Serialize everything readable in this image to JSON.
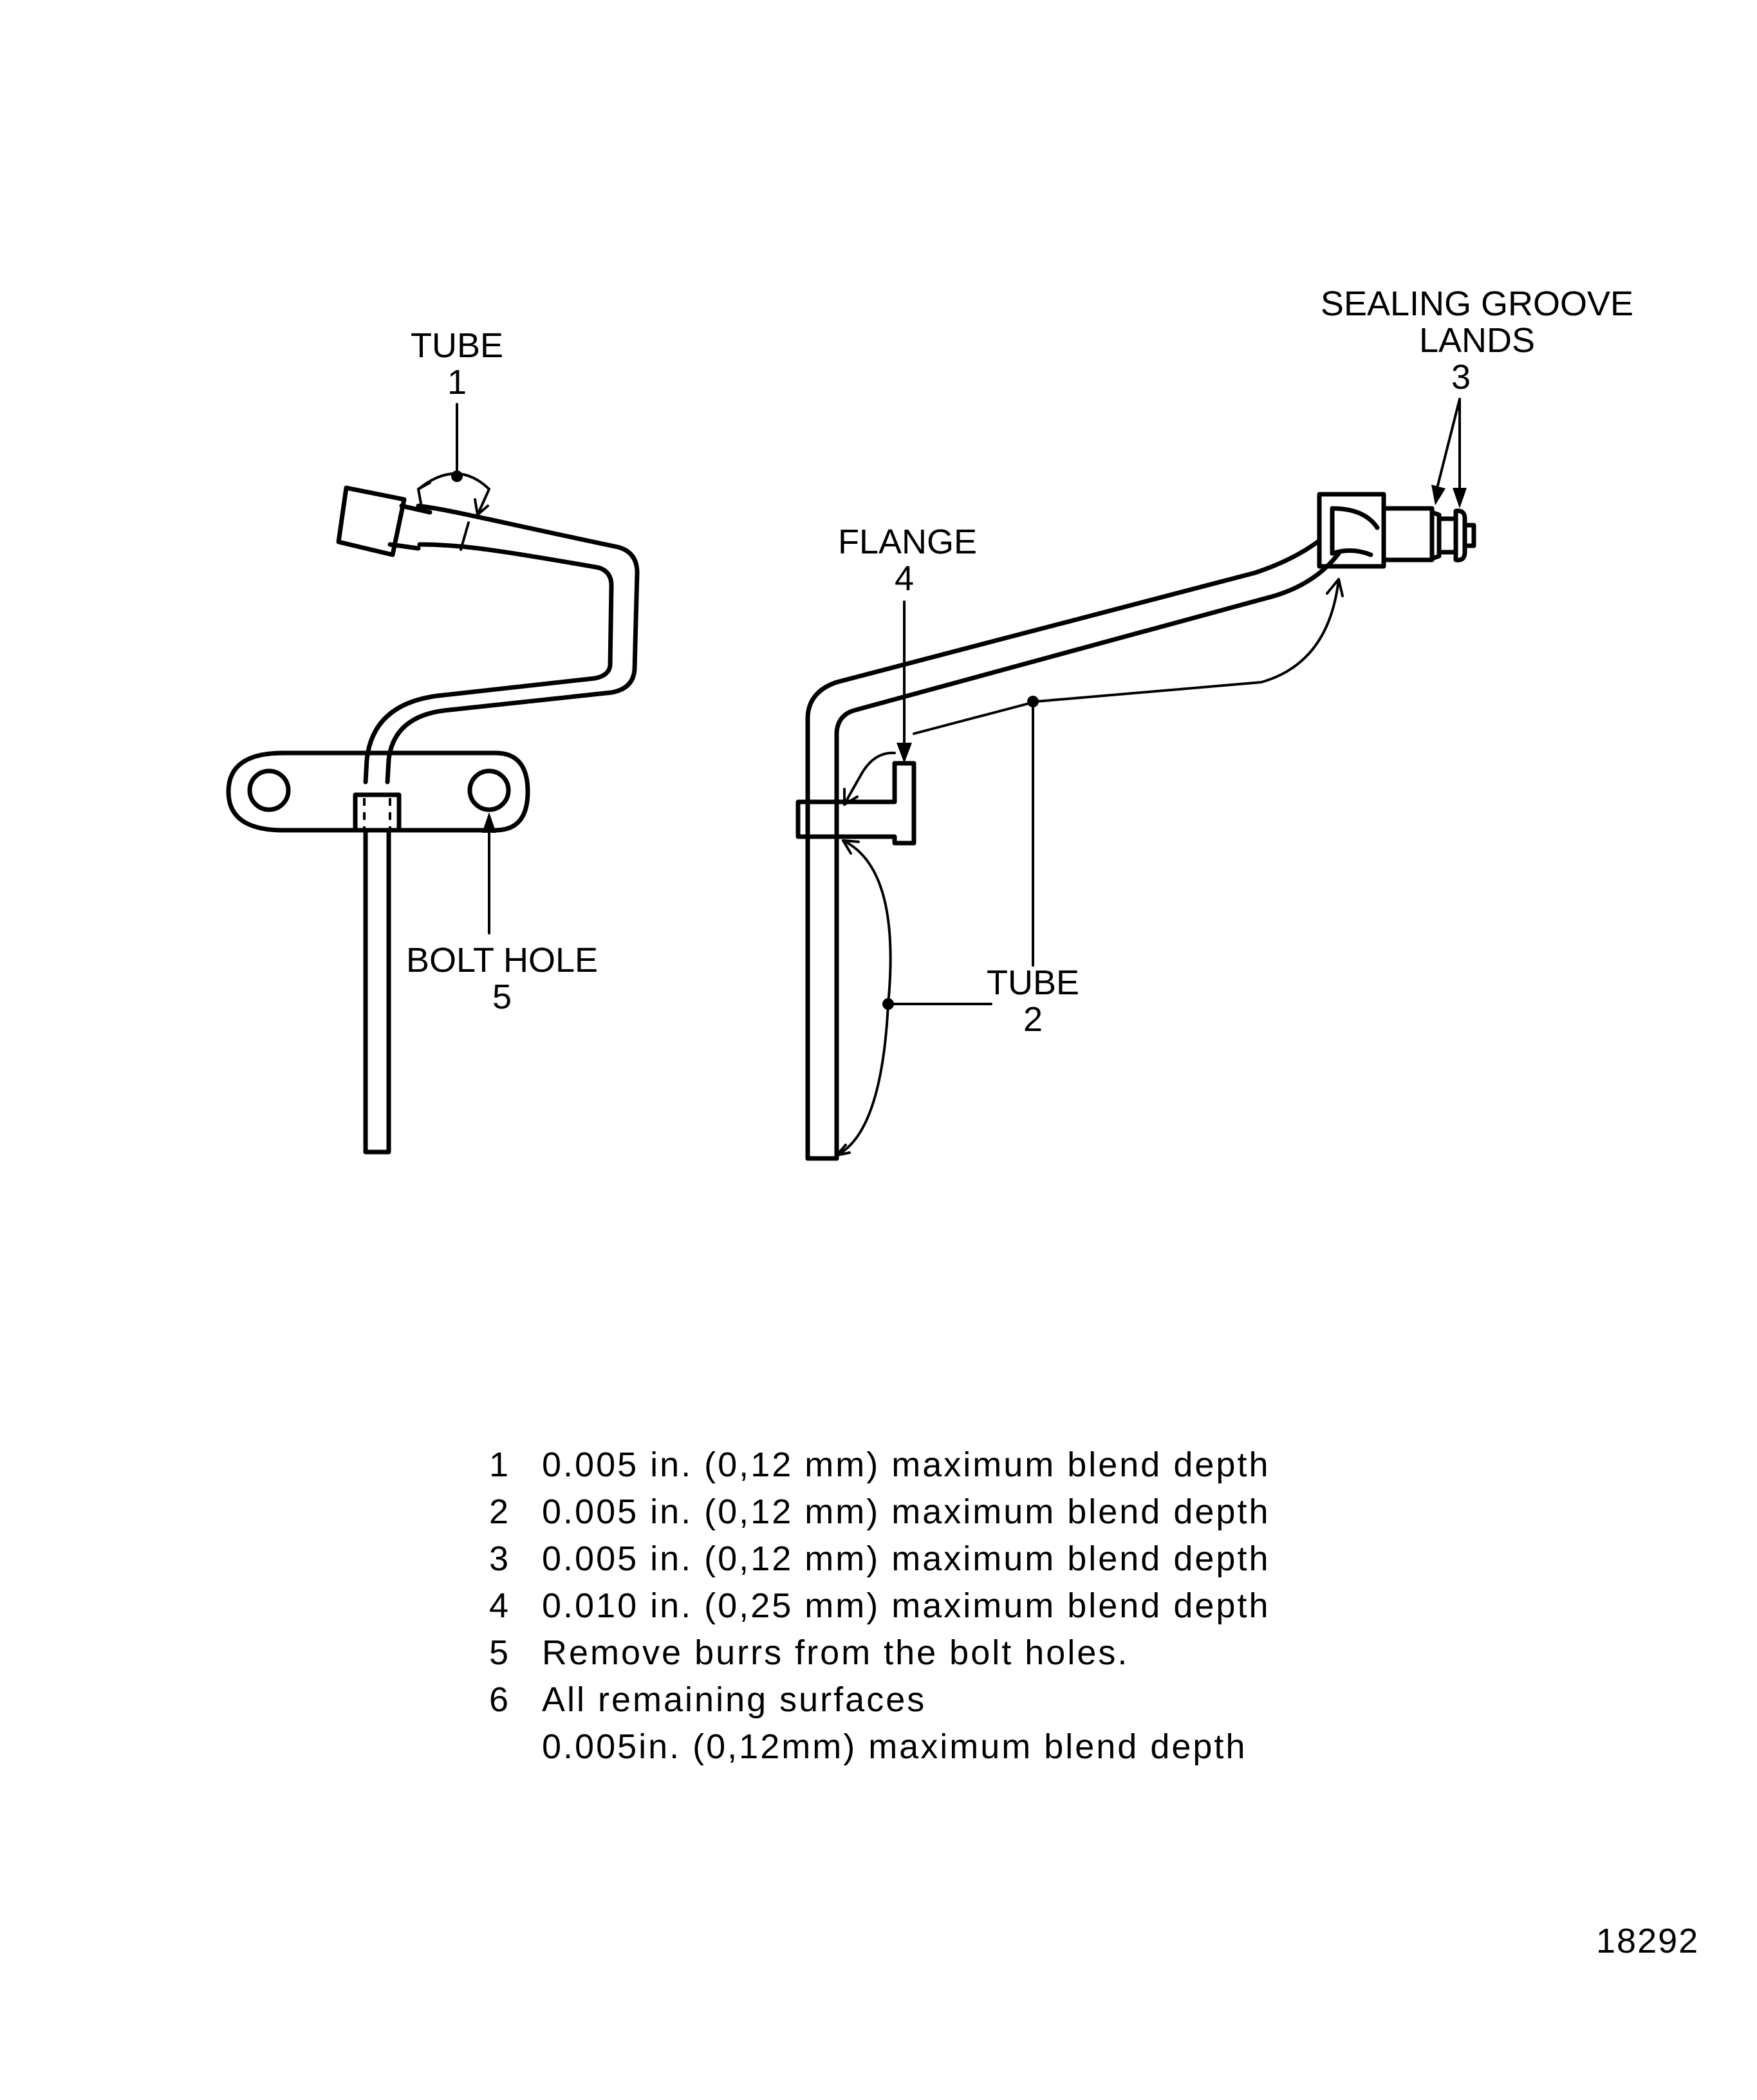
{
  "callouts": {
    "tube1": {
      "label": "TUBE",
      "number": "1"
    },
    "flange4": {
      "label": "FLANGE",
      "number": "4"
    },
    "sealing3": {
      "label_line1": "SEALING GROOVE",
      "label_line2": "LANDS",
      "number": "3"
    },
    "bolthole5": {
      "label": "BOLT HOLE",
      "number": "5"
    },
    "tube2": {
      "label": "TUBE",
      "number": "2"
    }
  },
  "legend": [
    {
      "num": "1",
      "text": "0.005 in.  (0,12 mm)  maximum  blend  depth"
    },
    {
      "num": "2",
      "text": "0.005 in.  (0,12 mm)  maximum  blend  depth"
    },
    {
      "num": "3",
      "text": "0.005 in.  (0,12 mm)  maximum  blend  depth"
    },
    {
      "num": "4",
      "text": "0.010 in.  (0,25 mm)  maximum  blend  depth"
    },
    {
      "num": "5",
      "text": "Remove  burrs  from  the  bolt  holes."
    },
    {
      "num": "6",
      "text": "All  remaining  surfaces"
    }
  ],
  "legend_continuation": "0.005in. (0,12mm)  maximum  blend  depth",
  "figure_number": "18292"
}
